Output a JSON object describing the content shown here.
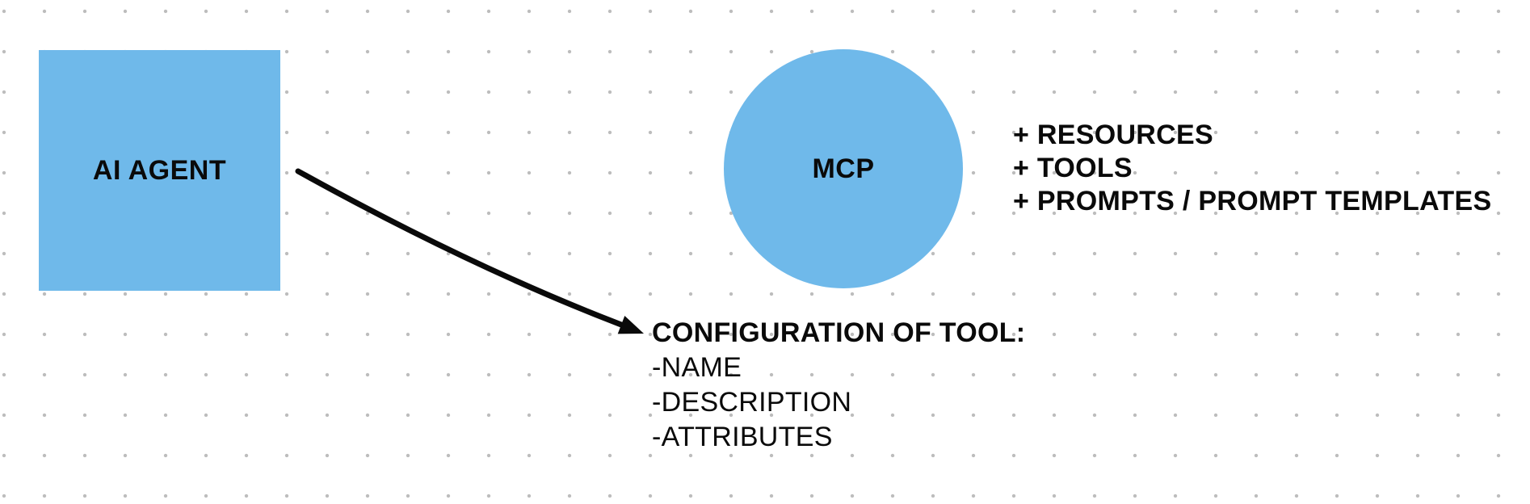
{
  "colors": {
    "background": "#ffffff",
    "grid_dot": "#bdbdbd",
    "shape_fill": "#6fb9ea",
    "arrow": "#0a0a0a",
    "text": "#0a0a0a"
  },
  "nodes": {
    "agent": {
      "label": "AI AGENT"
    },
    "mcp": {
      "label": "MCP"
    }
  },
  "capabilities": {
    "lines": [
      "+ RESOURCES",
      "+ TOOLS",
      "+ PROMPTS / PROMPT TEMPLATES"
    ]
  },
  "tool_config": {
    "title": "CONFIGURATION OF TOOL:",
    "items": [
      "-NAME",
      "-DESCRIPTION",
      "-ATTRIBUTES"
    ]
  },
  "arrow": {
    "from": "AI AGENT",
    "to": "CONFIGURATION OF TOOL:"
  }
}
